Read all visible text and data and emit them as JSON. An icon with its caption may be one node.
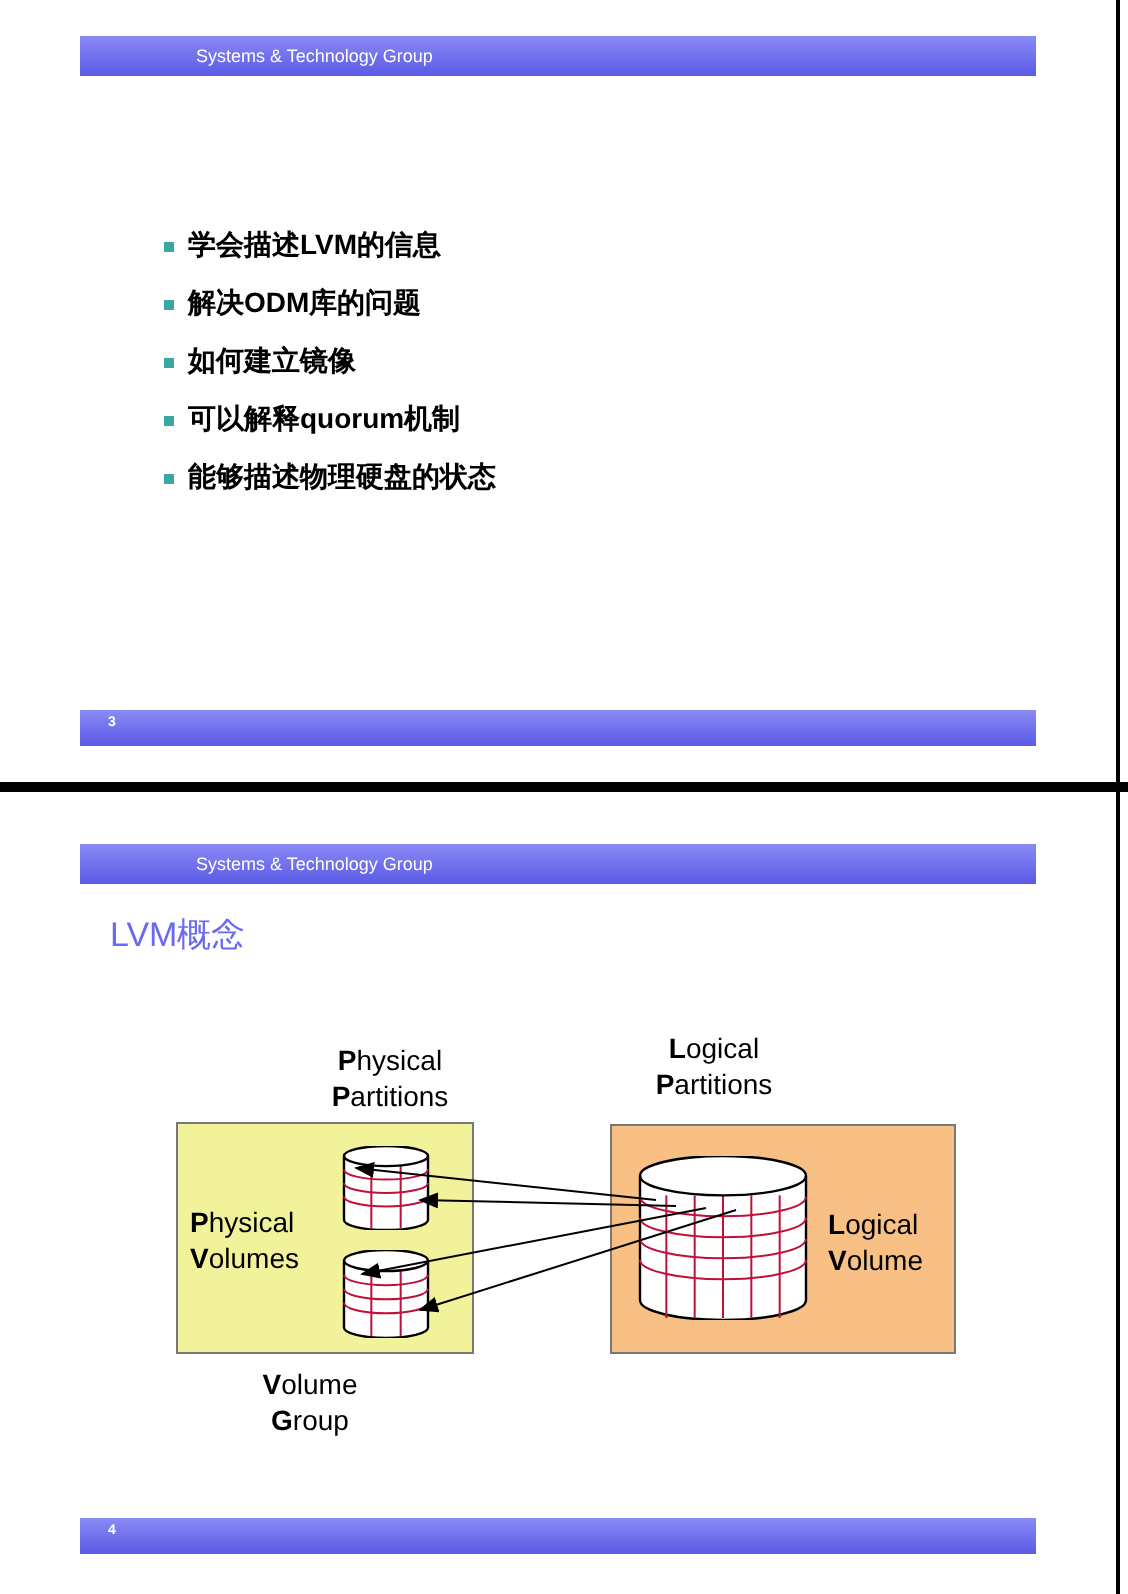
{
  "diagram": {
    "nodes": [
      {
        "text": [
          "**P**hysical **V**olumes"
        ]
      },
      {
        "text": [],
        "shape": "cylinder",
        "in": 0
      },
      {
        "text": [],
        "shape": "cylinder",
        "in": 0
      },
      {
        "text": [
          "**L**ogical **V**olume"
        ]
      },
      {
        "text": [],
        "shape": "cylinder",
        "in": 3
      }
    ],
    "edges": [
      {
        "from": 4,
        "to": 1,
        "arrow": "to"
      },
      {
        "from": 4,
        "to": 1,
        "arrow": "to"
      },
      {
        "from": 4,
        "to": 2,
        "arrow": "to"
      },
      {
        "from": 4,
        "to": 2,
        "arrow": "to"
      }
    ],
    "labels": [
      "Systems & Technology Group",
      "学会描述LVM的信息",
      "解决ODM库的问题",
      "如何建立镜像",
      "可以解释quorum机制",
      "能够描述物理硬盘的状态",
      "3",
      "Systems & Technology Group",
      "LVM概念",
      "**P**hysical **P**artitions",
      "**L**ogical **P**artitions",
      "**V**olume **G**roup",
      "4"
    ]
  }
}
